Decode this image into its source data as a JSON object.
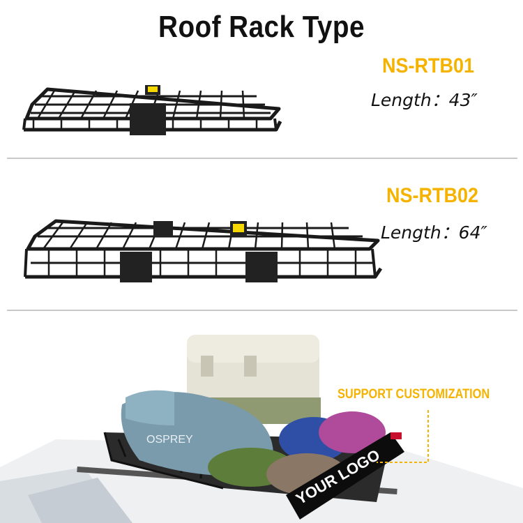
{
  "title": "Roof Rack Type",
  "products": [
    {
      "model": "NS-RTB01",
      "length_label": "Length：43″"
    },
    {
      "model": "NS-RTB02",
      "length_label": "Length：64″"
    }
  ],
  "customization": {
    "label": "SUPPORT CUSTOMIZATION",
    "logo_text": "YOUR LOGO"
  },
  "photo_items": {
    "bag_brand": "OSPREY"
  },
  "colors": {
    "accent": "#f5b300",
    "rack": "#1a1a1a",
    "divider": "#c8c8c8"
  }
}
